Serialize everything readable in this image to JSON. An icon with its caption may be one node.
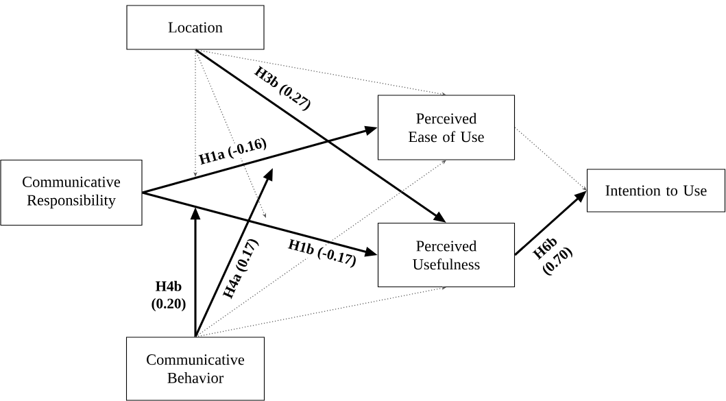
{
  "diagram": {
    "nodes": [
      {
        "text": [
          "Location"
        ]
      },
      {
        "text": [
          "Perceived Ease of Use"
        ]
      },
      {
        "text": [
          "Communicative Responsibility"
        ]
      },
      {
        "text": [
          "Intention to Use"
        ]
      },
      {
        "text": [
          "Perceived Usefulness"
        ]
      },
      {
        "text": [
          "Communicative Behavior"
        ]
      }
    ],
    "edges": [
      {
        "from": 2,
        "to": 1,
        "arrow": "to",
        "label": "H1a (-0.16)",
        "style": "thick"
      },
      {
        "from": 2,
        "to": 4,
        "arrow": "to",
        "label": "H1b (-0.17)",
        "style": "thick"
      },
      {
        "from": 0,
        "to": 4,
        "arrow": "to",
        "label": "H3b (0.27)",
        "style": "thick"
      },
      {
        "from": 5,
        "to": null,
        "arrow": "to",
        "label": "H4a (0.17)",
        "style": "thick"
      },
      {
        "from": 5,
        "to": null,
        "arrow": "to",
        "label": "H4b (0.20)",
        "style": "thick"
      },
      {
        "from": 4,
        "to": 3,
        "arrow": "to",
        "label": "H6b (0.70)",
        "style": "thick"
      },
      {
        "from": 0,
        "to": 1,
        "arrow": "to",
        "style": "dashed"
      },
      {
        "from": 0,
        "to": null,
        "arrow": "to",
        "style": "dashed"
      },
      {
        "from": 0,
        "to": null,
        "arrow": "to",
        "style": "dashed"
      },
      {
        "from": 1,
        "to": 3,
        "arrow": "to",
        "style": "dashed"
      },
      {
        "from": 5,
        "to": 1,
        "arrow": "to",
        "style": "dashed"
      },
      {
        "from": 5,
        "to": 4,
        "arrow": "to",
        "style": "dashed"
      }
    ]
  }
}
